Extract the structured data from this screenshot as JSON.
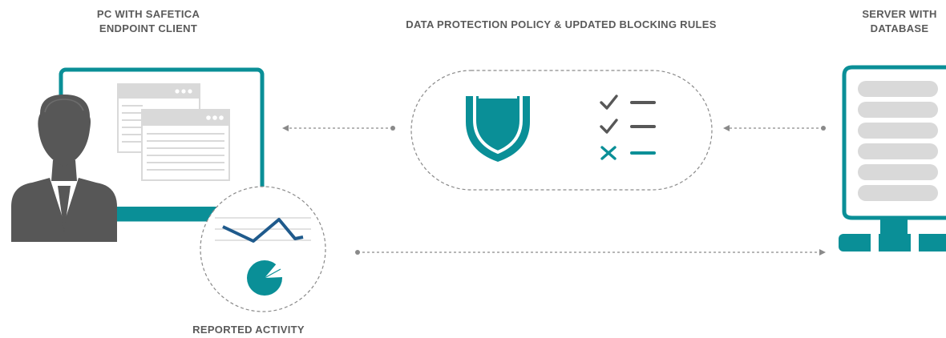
{
  "labels": {
    "pc_line1": "PC WITH SAFETICA",
    "pc_line2": "ENDPOINT CLIENT",
    "policy": "DATA PROTECTION POLICY & UPDATED BLOCKING RULES",
    "server_line1": "SERVER WITH",
    "server_line2": "DATABASE",
    "reported": "REPORTED ACTIVITY"
  },
  "colors": {
    "accent": "#0a8f97",
    "dark": "#575757",
    "light_gray": "#d9d9d9",
    "chart_line": "#1f5a8c",
    "text": "#5a5a5a",
    "dotted": "#8a8a8a"
  },
  "icons": {
    "user": "user-silhouette-icon",
    "monitor": "monitor-icon",
    "shield": "shield-icon",
    "checklist": "checklist-icon",
    "server": "server-icon",
    "line_chart": "line-chart-icon",
    "pie_chart": "pie-chart-icon"
  }
}
